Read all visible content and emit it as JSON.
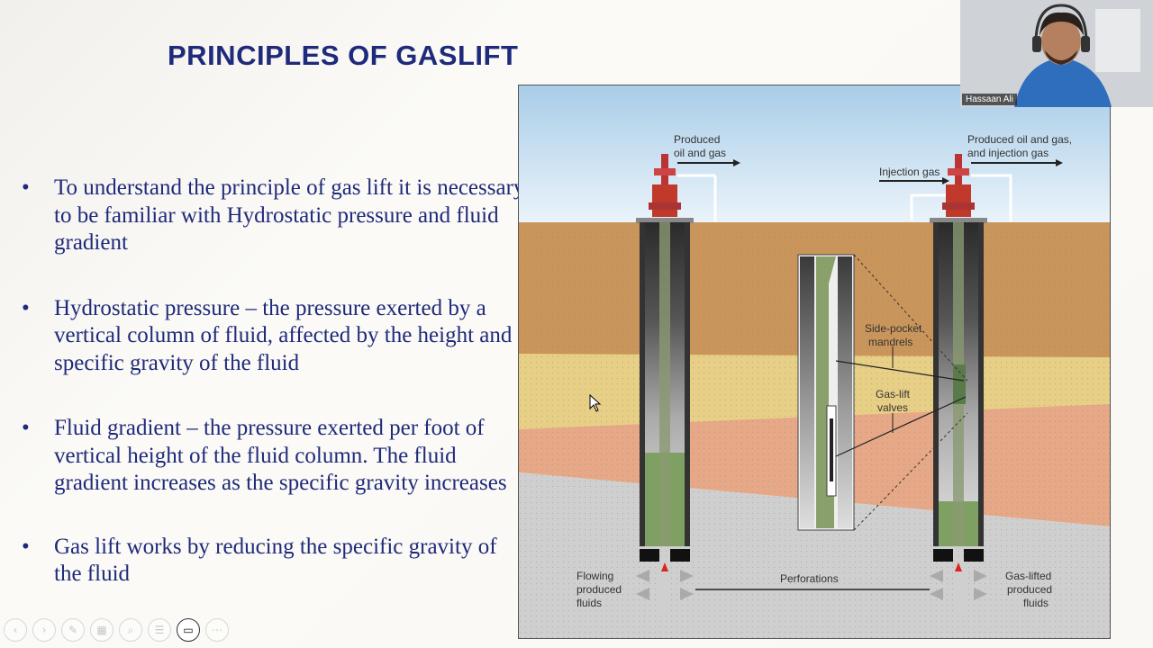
{
  "slide": {
    "title": "PRINCIPLES OF GASLIFT",
    "bullets": [
      "To understand the principle of gas lift it is necessary to be familiar with Hydrostatic pressure and fluid gradient",
      "Hydrostatic pressure – the pressure exerted by a vertical column of fluid, affected by the height and specific gravity of the fluid",
      "Fluid gradient – the pressure exerted per foot of vertical height of the fluid column. The fluid gradient increases as the specific gravity increases",
      "Gas lift works by reducing the specific gravity of the fluid"
    ]
  },
  "diagram": {
    "labels": {
      "produced_oil_gas_1": "Produced",
      "produced_oil_gas_2": "oil and gas",
      "produced_injection_1": "Produced oil and gas,",
      "produced_injection_2": "and injection gas",
      "injection_gas": "Injection gas",
      "side_pocket_1": "Side-pocket",
      "side_pocket_2": "mandrels",
      "gas_lift_valves_1": "Gas-lift",
      "gas_lift_valves_2": "valves",
      "perforations": "Perforations",
      "flowing_1": "Flowing",
      "flowing_2": "produced",
      "flowing_3": "fluids",
      "gas_lifted_1": "Gas-lifted",
      "gas_lifted_2": "produced",
      "gas_lifted_3": "fluids"
    }
  },
  "webcam": {
    "participant_name": "Hassaan Ali"
  },
  "toolbar": {
    "icons": [
      "prev-icon",
      "next-icon",
      "pen-icon",
      "slides-icon",
      "zoom-icon",
      "menu-icon",
      "camera-icon",
      "more-icon"
    ],
    "glyphs": [
      "‹",
      "›",
      "✎",
      "▦",
      "⌕",
      "☰",
      "▭",
      "⋯"
    ]
  },
  "colors": {
    "title": "#1f2a7a",
    "sky": "#cfe3f3",
    "soil_top": "#c9955a",
    "soil_band": "#e8cf86",
    "soil_pink": "#e6a886",
    "soil_gray": "#cfcfcf"
  }
}
